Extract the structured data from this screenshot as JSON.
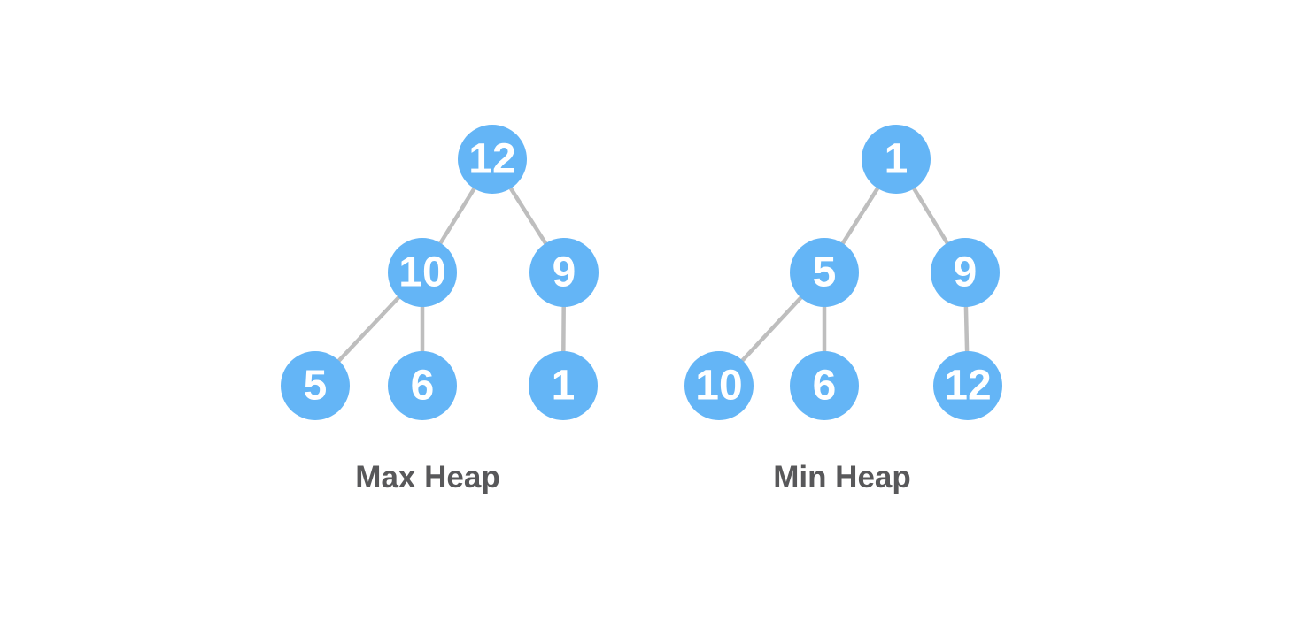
{
  "colors": {
    "background": "#FFFFFF",
    "node_fill": "#64B5F6",
    "node_text": "#FFFFFF",
    "edge_stroke": "#BEBEBE",
    "label_text": "#58585A"
  },
  "trees": [
    {
      "label": "Max Heap",
      "nodes": [
        {
          "id": "root",
          "value": "12"
        },
        {
          "id": "left",
          "value": "10"
        },
        {
          "id": "right",
          "value": "9"
        },
        {
          "id": "left-left",
          "value": "5"
        },
        {
          "id": "left-right",
          "value": "6"
        },
        {
          "id": "right-left",
          "value": "1"
        }
      ],
      "edges": [
        [
          0,
          1
        ],
        [
          0,
          2
        ],
        [
          1,
          3
        ],
        [
          1,
          4
        ],
        [
          2,
          5
        ]
      ]
    },
    {
      "label": "Min Heap",
      "nodes": [
        {
          "id": "root",
          "value": "1"
        },
        {
          "id": "left",
          "value": "5"
        },
        {
          "id": "right",
          "value": "9"
        },
        {
          "id": "left-left",
          "value": "10"
        },
        {
          "id": "left-right",
          "value": "6"
        },
        {
          "id": "right-left",
          "value": "12"
        }
      ],
      "edges": [
        [
          0,
          1
        ],
        [
          0,
          2
        ],
        [
          1,
          3
        ],
        [
          1,
          4
        ],
        [
          2,
          5
        ]
      ]
    }
  ]
}
